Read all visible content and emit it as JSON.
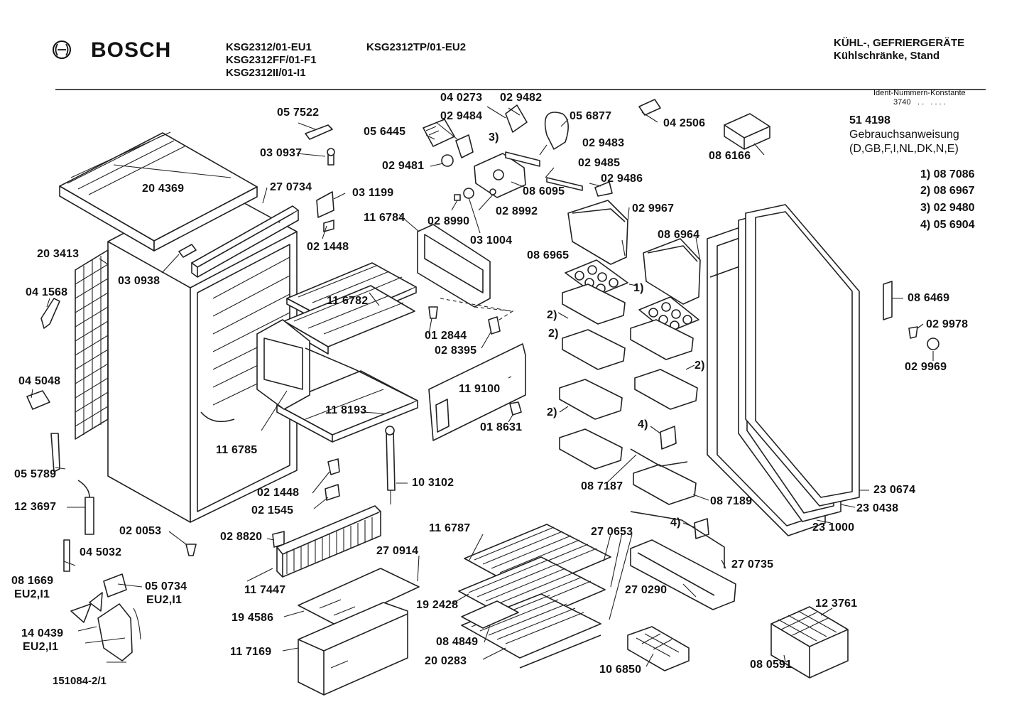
{
  "header": {
    "brand": "BOSCH",
    "models_col1": [
      "KSG2312/01-EU1",
      "KSG2312FF/01-F1",
      "KSG2312II/01-I1"
    ],
    "model_col2": "KSG2312TP/01-EU2",
    "category_line1": "KÜHL-, GEFRIERGERÄTE",
    "category_line2": "Kühlschränke, Stand"
  },
  "ident": {
    "title": "Ident-Nummern-Konstante",
    "value": "3740",
    "dots": ". .   . . . ."
  },
  "manual": {
    "number": "51 4198",
    "title": "Gebrauchsanweisung",
    "languages": "(D,GB,F,I,NL,DK,N,E)"
  },
  "footnotes": [
    "1) 08 7086",
    "2) 08 6967",
    "3) 02 9480",
    "4) 05 6904"
  ],
  "drawing_number": "151084-2/1",
  "parts": [
    "05 7522",
    "03 0937",
    "20 4369",
    "27 0734",
    "03 1199",
    "20 3413",
    "03 0938",
    "02 1448",
    "04 1568",
    "04 5048",
    "05 5789",
    "12 3697",
    "02 0053",
    "04 5032",
    "08 1669",
    "EU2,I1",
    "05 0734",
    "EU2,I1",
    "14 0439",
    "EU2,I1",
    "04 0273",
    "02 9482",
    "05 6445",
    "02 9484",
    "05 6877",
    "3)",
    "02 9483",
    "02 9481",
    "02 9485",
    "08 6095",
    "02 9486",
    "02 8990",
    "02 8992",
    "03 1004",
    "11 6784",
    "11 6782",
    "01 2844",
    "02 8395",
    "11 8193",
    "11 6785",
    "11 9100",
    "01 8631",
    "10 3102",
    "02 1448",
    "02 1545",
    "02 8820",
    "11 7447",
    "27 0914",
    "19 4586",
    "11 7169",
    "11 6787",
    "27 0653",
    "19 2428",
    "08 4849",
    "20 0283",
    "04 2506",
    "08 6166",
    "02 9967",
    "08 6964",
    "08 6965",
    "1)",
    "2)",
    "2)",
    "2)",
    "2)",
    "4)",
    "08 7187",
    "08 7189",
    "4)",
    "27 0735",
    "27 0290",
    "10 6850",
    "12 3761",
    "08 0591",
    "08 6469",
    "02 9978",
    "02 9969",
    "23 0674",
    "23 0438",
    "23 1000"
  ]
}
